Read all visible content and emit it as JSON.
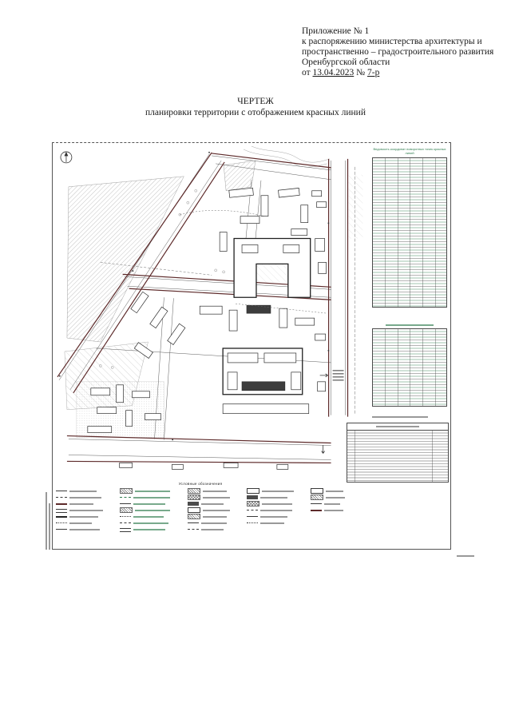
{
  "document": {
    "header": {
      "appendix": "Приложение № 1",
      "order_line1": "к распоряжению министерства архитектуры и",
      "order_line2": "пространственно – градостроительного развития",
      "order_line3": "Оренбургской области",
      "date_prefix": "от",
      "date": "13.04.2023",
      "number_sign": "№",
      "number": "7-р"
    },
    "title": {
      "main": "ЧЕРТЕЖ",
      "subtitle": "планировки территории с отображением красных линий"
    }
  },
  "drawing": {
    "coordinates_table_title": "Ведомость координат поворотных точек красных линий",
    "legend_title": "Условные обозначения",
    "colors": {
      "table_green": "#2f7d4f",
      "ink": "#3a3a3a",
      "red_line": "#5d2a2a"
    }
  }
}
